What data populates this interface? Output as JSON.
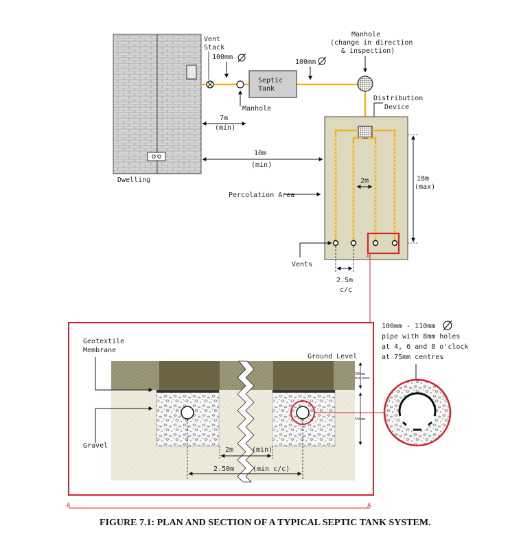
{
  "labels": {
    "vent_stack_1": "Vent",
    "vent_stack_2": "Stack",
    "pipe_100_a": "100mm",
    "pipe_100_b": "100mm",
    "manhole_small": "Manhole",
    "septic_tank_1": "Septic",
    "septic_tank_2": "Tank",
    "manhole_top_1": "Manhole",
    "manhole_top_2": "(change in direction",
    "manhole_top_3": "& inspection)",
    "distribution_1": "Distribution",
    "distribution_2": "Device",
    "dist_7m": "7m",
    "dist_7m_min": "(min)",
    "dist_10m": "10m",
    "dist_10m_min": "(min)",
    "dwelling": "Dwelling",
    "percolation": "Percolation Area",
    "spacing_2m": "2m",
    "len_18m": "18m",
    "len_18m_max": "(max)",
    "vents": "Vents",
    "cc_25m": "2.5m",
    "cc_label": "c/c",
    "section_mark_a": "A",
    "pipe_spec_1": "100mm - 110mm",
    "pipe_spec_2": "pipe with 8mm holes",
    "pipe_spec_3": "at 4, 6 and 8 o'clock",
    "pipe_spec_4": "at 75mm centres",
    "geotextile_1": "Geotextile",
    "geotextile_2": "Membrane",
    "ground_level": "Ground Level",
    "depth_300_1": "300mm",
    "depth_300_2": "minimum",
    "depth_550": "550mm",
    "gravel": "Gravel",
    "sec_2m": "2m",
    "sec_2m_min": "(min)",
    "sec_250": "2.50m",
    "sec_250_min": "(min c/c)",
    "caption": "FIGURE 7.1: PLAN AND SECTION OF A TYPICAL SEPTIC TANK SYSTEM."
  },
  "colors": {
    "pipe": "#f2b21c",
    "highlight": "#d8202a",
    "wall": "#d0d0d0",
    "percolation": "#ddd9be",
    "topsoil": "#9e987a",
    "topsoil_dark": "#6e6646",
    "subsoil": "#eeeadb"
  }
}
